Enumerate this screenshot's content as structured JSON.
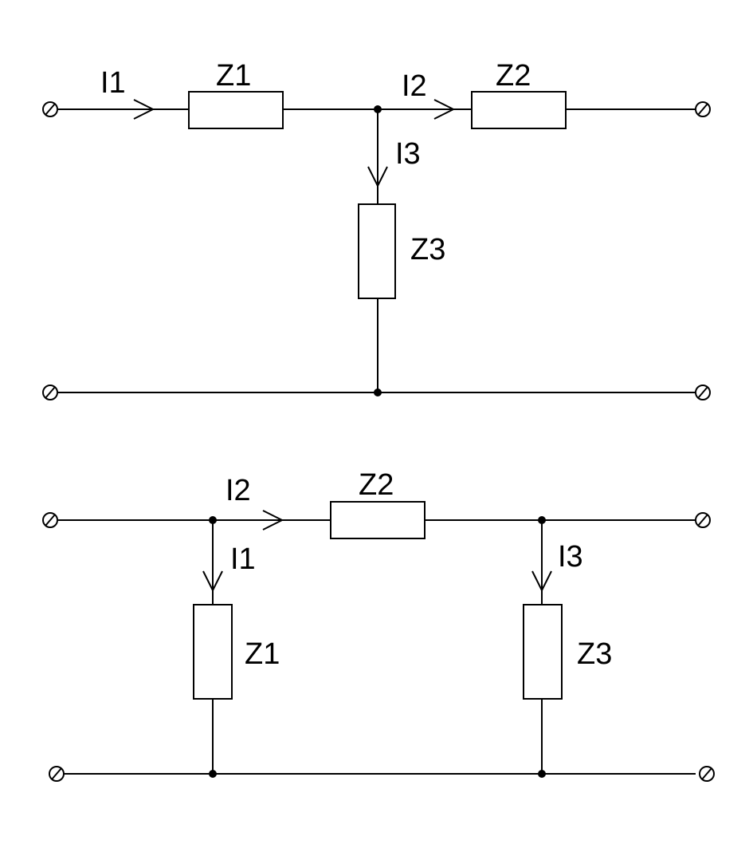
{
  "circuit_t": {
    "impedances": {
      "z1": "Z1",
      "z2": "Z2",
      "z3": "Z3"
    },
    "currents": {
      "i1": "I1",
      "i2": "I2",
      "i3": "I3"
    }
  },
  "circuit_pi": {
    "impedances": {
      "z1": "Z1",
      "z2": "Z2",
      "z3": "Z3"
    },
    "currents": {
      "i1": "I1",
      "i2": "I2",
      "i3": "I3"
    }
  },
  "colors": {
    "line": "#000000",
    "background": "#ffffff"
  }
}
